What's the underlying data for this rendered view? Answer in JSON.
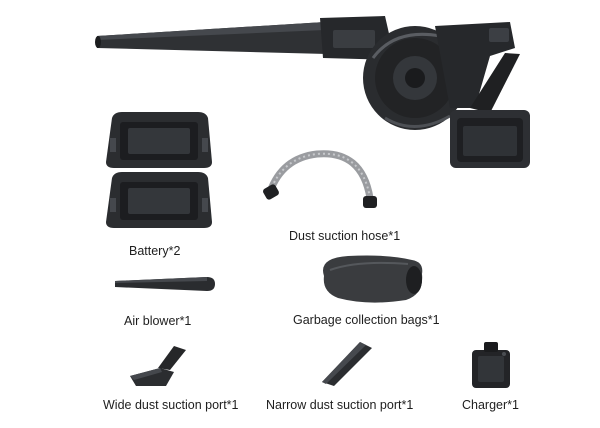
{
  "labels": {
    "battery": "Battery*2",
    "hose": "Dust suction hose*1",
    "air_blower": "Air blower*1",
    "bags": "Garbage collection bags*1",
    "wide_port": "Wide dust suction port*1",
    "narrow_port": "Narrow dust suction port*1",
    "charger": "Charger*1"
  },
  "colors": {
    "body": "#2b2d30",
    "body_dark": "#1b1c1e",
    "body_light": "#4a4d52",
    "hose": "#9a9ca0"
  }
}
